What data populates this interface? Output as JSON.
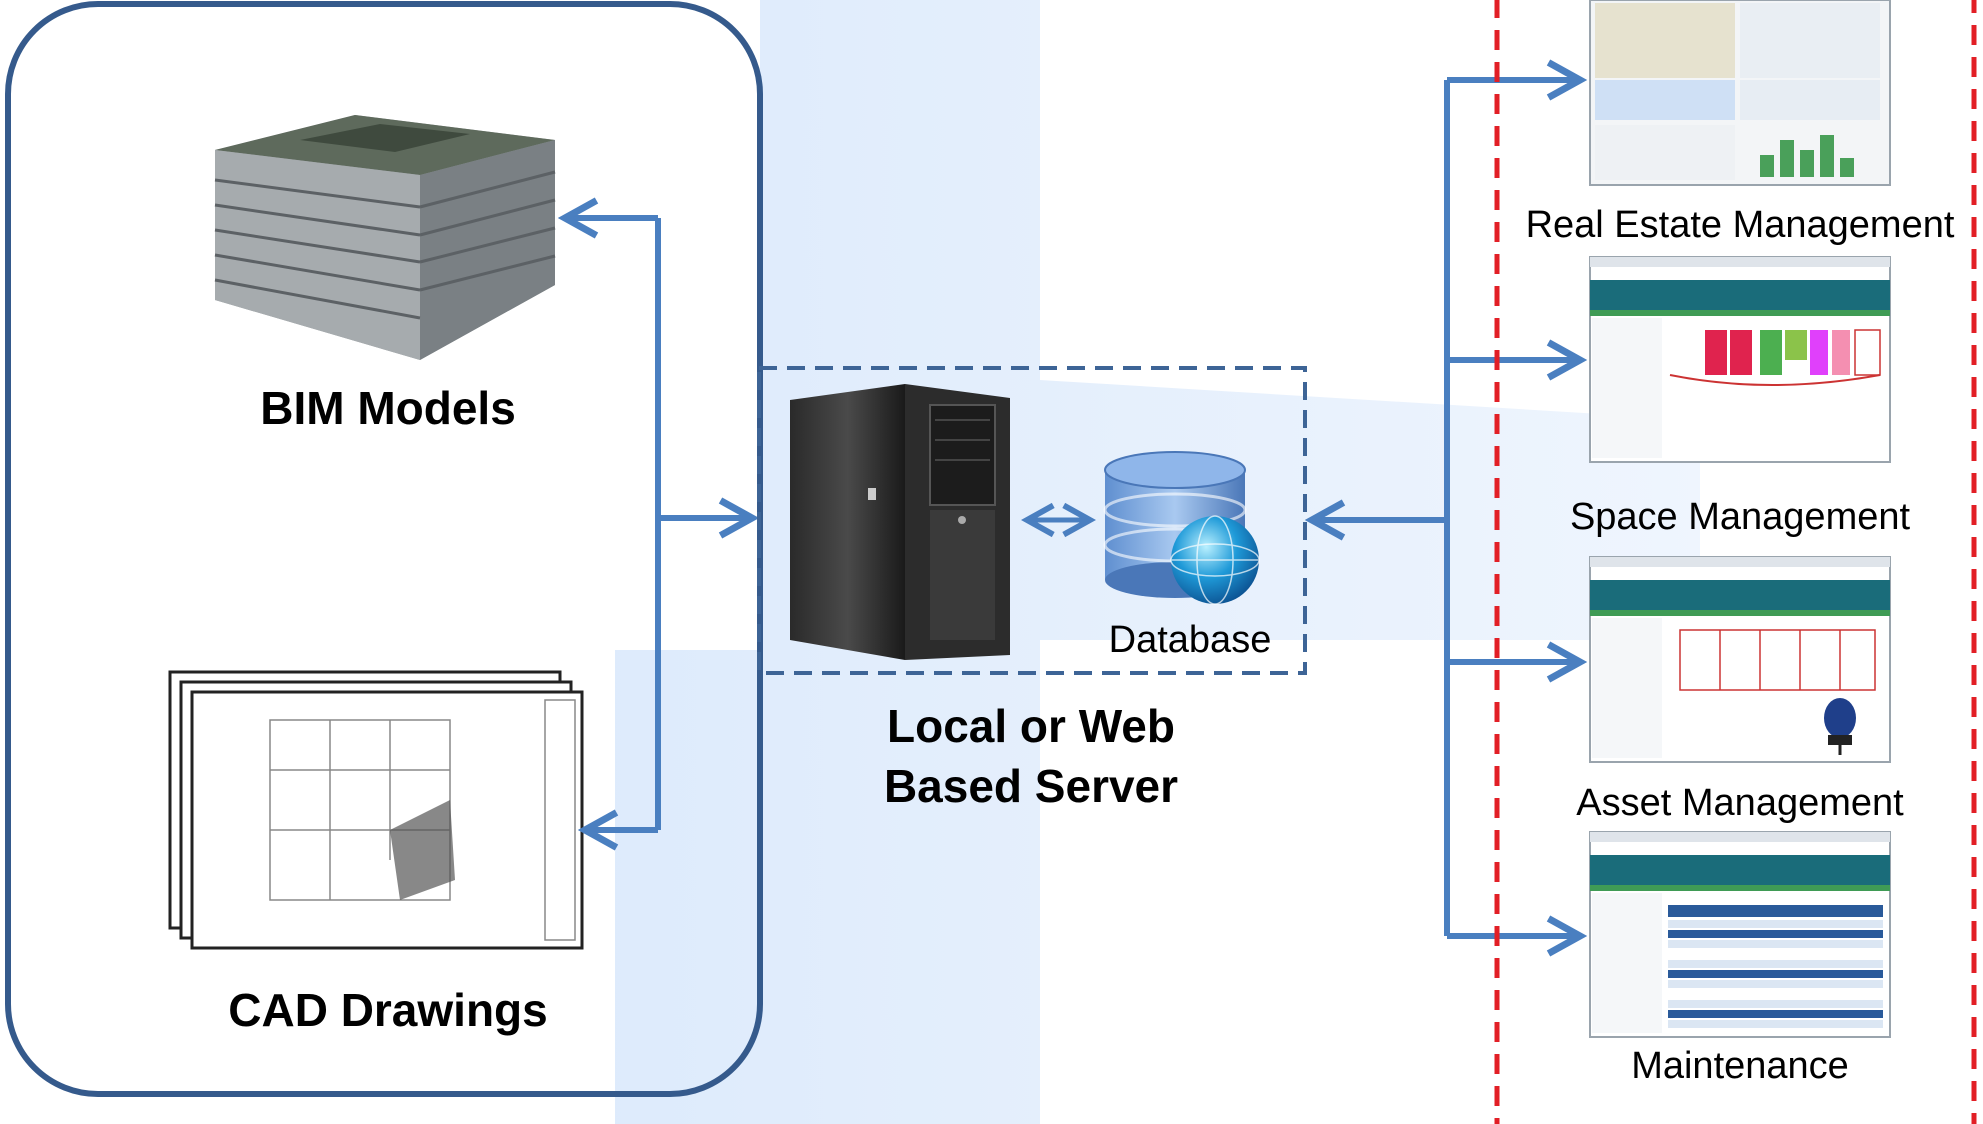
{
  "sources": {
    "bim_label": "BIM Models",
    "cad_label": "CAD Drawings"
  },
  "server": {
    "title_line1": "Local or Web",
    "title_line2": "Based Server",
    "database_label": "Database"
  },
  "applications": [
    {
      "label": "Real Estate Management"
    },
    {
      "label": "Space Management"
    },
    {
      "label": "Asset Management"
    },
    {
      "label": "Maintenance"
    }
  ],
  "colors": {
    "arrow": "#4a7fc0",
    "source_box": "#355a8c",
    "server_box": "#3d6496",
    "apps_box": "#e21f26",
    "background_band": "#dbe9fb"
  }
}
